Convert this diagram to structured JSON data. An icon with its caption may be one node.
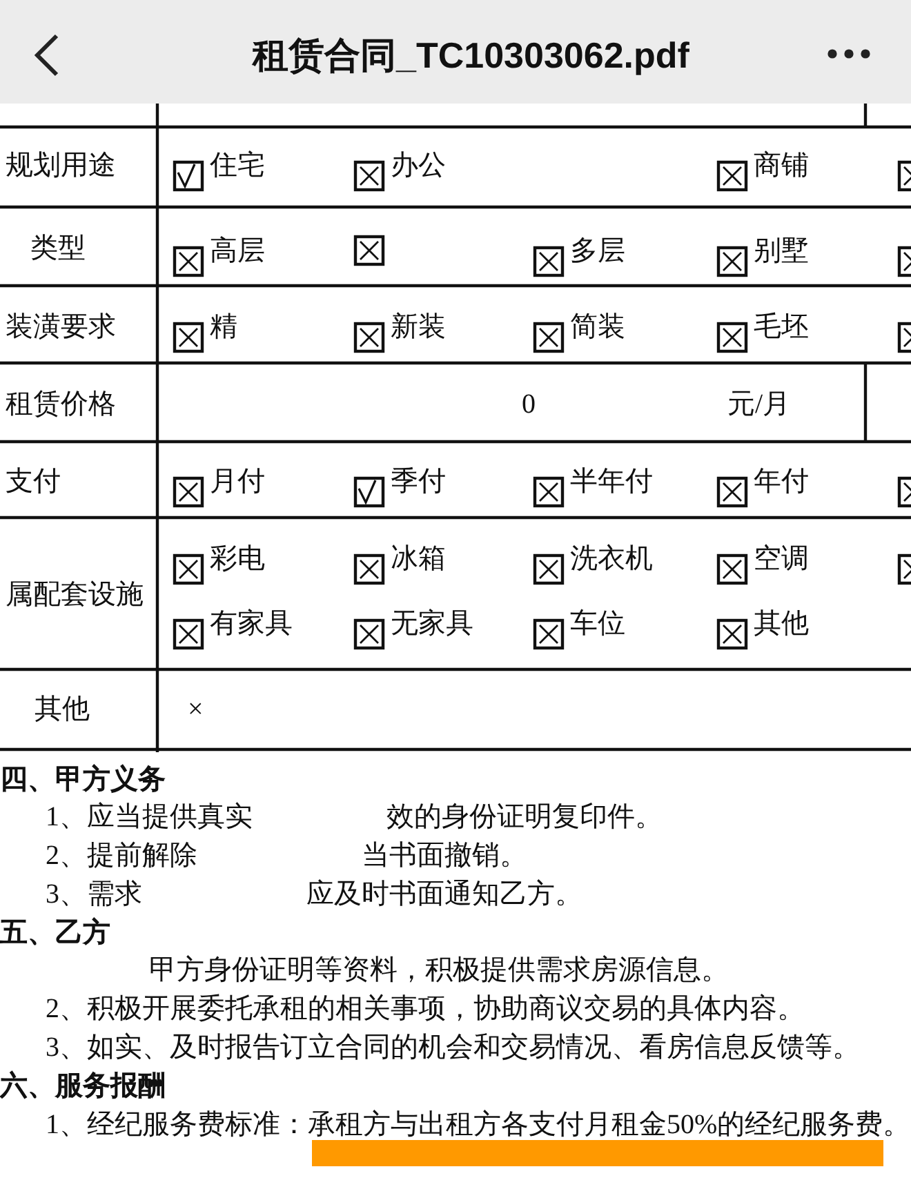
{
  "diagram": {
    "title": "租赁合同_TC10303062.pdf",
    "labels": [
      "规划用途",
      "住宅",
      "办公",
      "商铺",
      "类型",
      "高层",
      "多层",
      "别墅",
      "装潢要求",
      "精",
      "新装",
      "简装",
      "毛坯",
      "租赁价格",
      "0",
      "元/月",
      "支付",
      "月付",
      "季付",
      "半年付",
      "年付",
      "属配套设施",
      "彩电",
      "冰箱",
      "洗衣机",
      "空调",
      "有家具",
      "无家具",
      "车位",
      "其他",
      "其他",
      "×",
      "四、甲方义务",
      "1、应当提供真实",
      "效的身份证明复印件。",
      "2、提前解除",
      "当书面撤销。",
      "3、需求",
      "应及时书面通知乙方。",
      "五、乙方",
      "甲方身份证明等资料，积极提供需求房源信息。",
      "2、积极开展委托承租的相关事项，协助商议交易的具体内容。",
      "3、如实、及时报告订立合同的机会和交易情况、看房信息反馈等。",
      "六、服务报酬",
      "1、经纪服务费标准：承租方与出租方各支付月租金50%的经纪服务费。"
    ]
  }
}
